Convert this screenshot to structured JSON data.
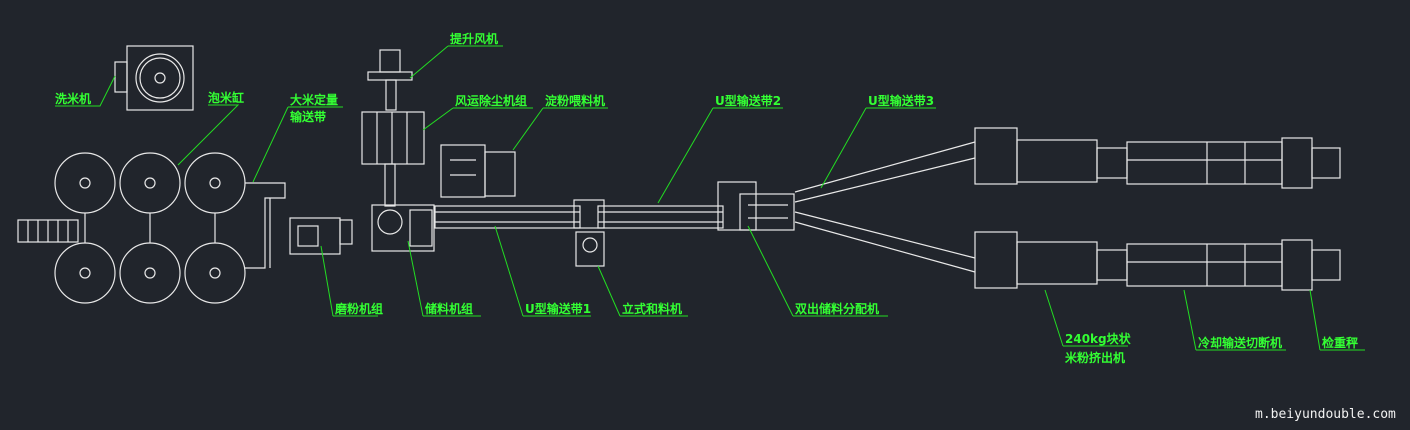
{
  "labels": {
    "rice_washer": "洗米机",
    "soaking_tank": "泡米缸",
    "rice_conveyor_1": "大米定量",
    "rice_conveyor_2": "输送带",
    "lift_fan": "提升风机",
    "dust_removal": "风运除尘机组",
    "starch_feeder": "淀粉喂料机",
    "u_conveyor_2": "U型输送带2",
    "u_conveyor_3": "U型输送带3",
    "mill_unit": "磨粉机组",
    "storage_unit": "储料机组",
    "u_conveyor_1": "U型输送带1",
    "vertical_mixer": "立式和料机",
    "dual_distributor": "双出储料分配机",
    "extruder_1": "240kg块状",
    "extruder_2": "米粉挤出机",
    "cooling_cutter": "冷却输送切断机",
    "checkweigher": "检重秤"
  },
  "watermark": "m.beiyundouble.com"
}
